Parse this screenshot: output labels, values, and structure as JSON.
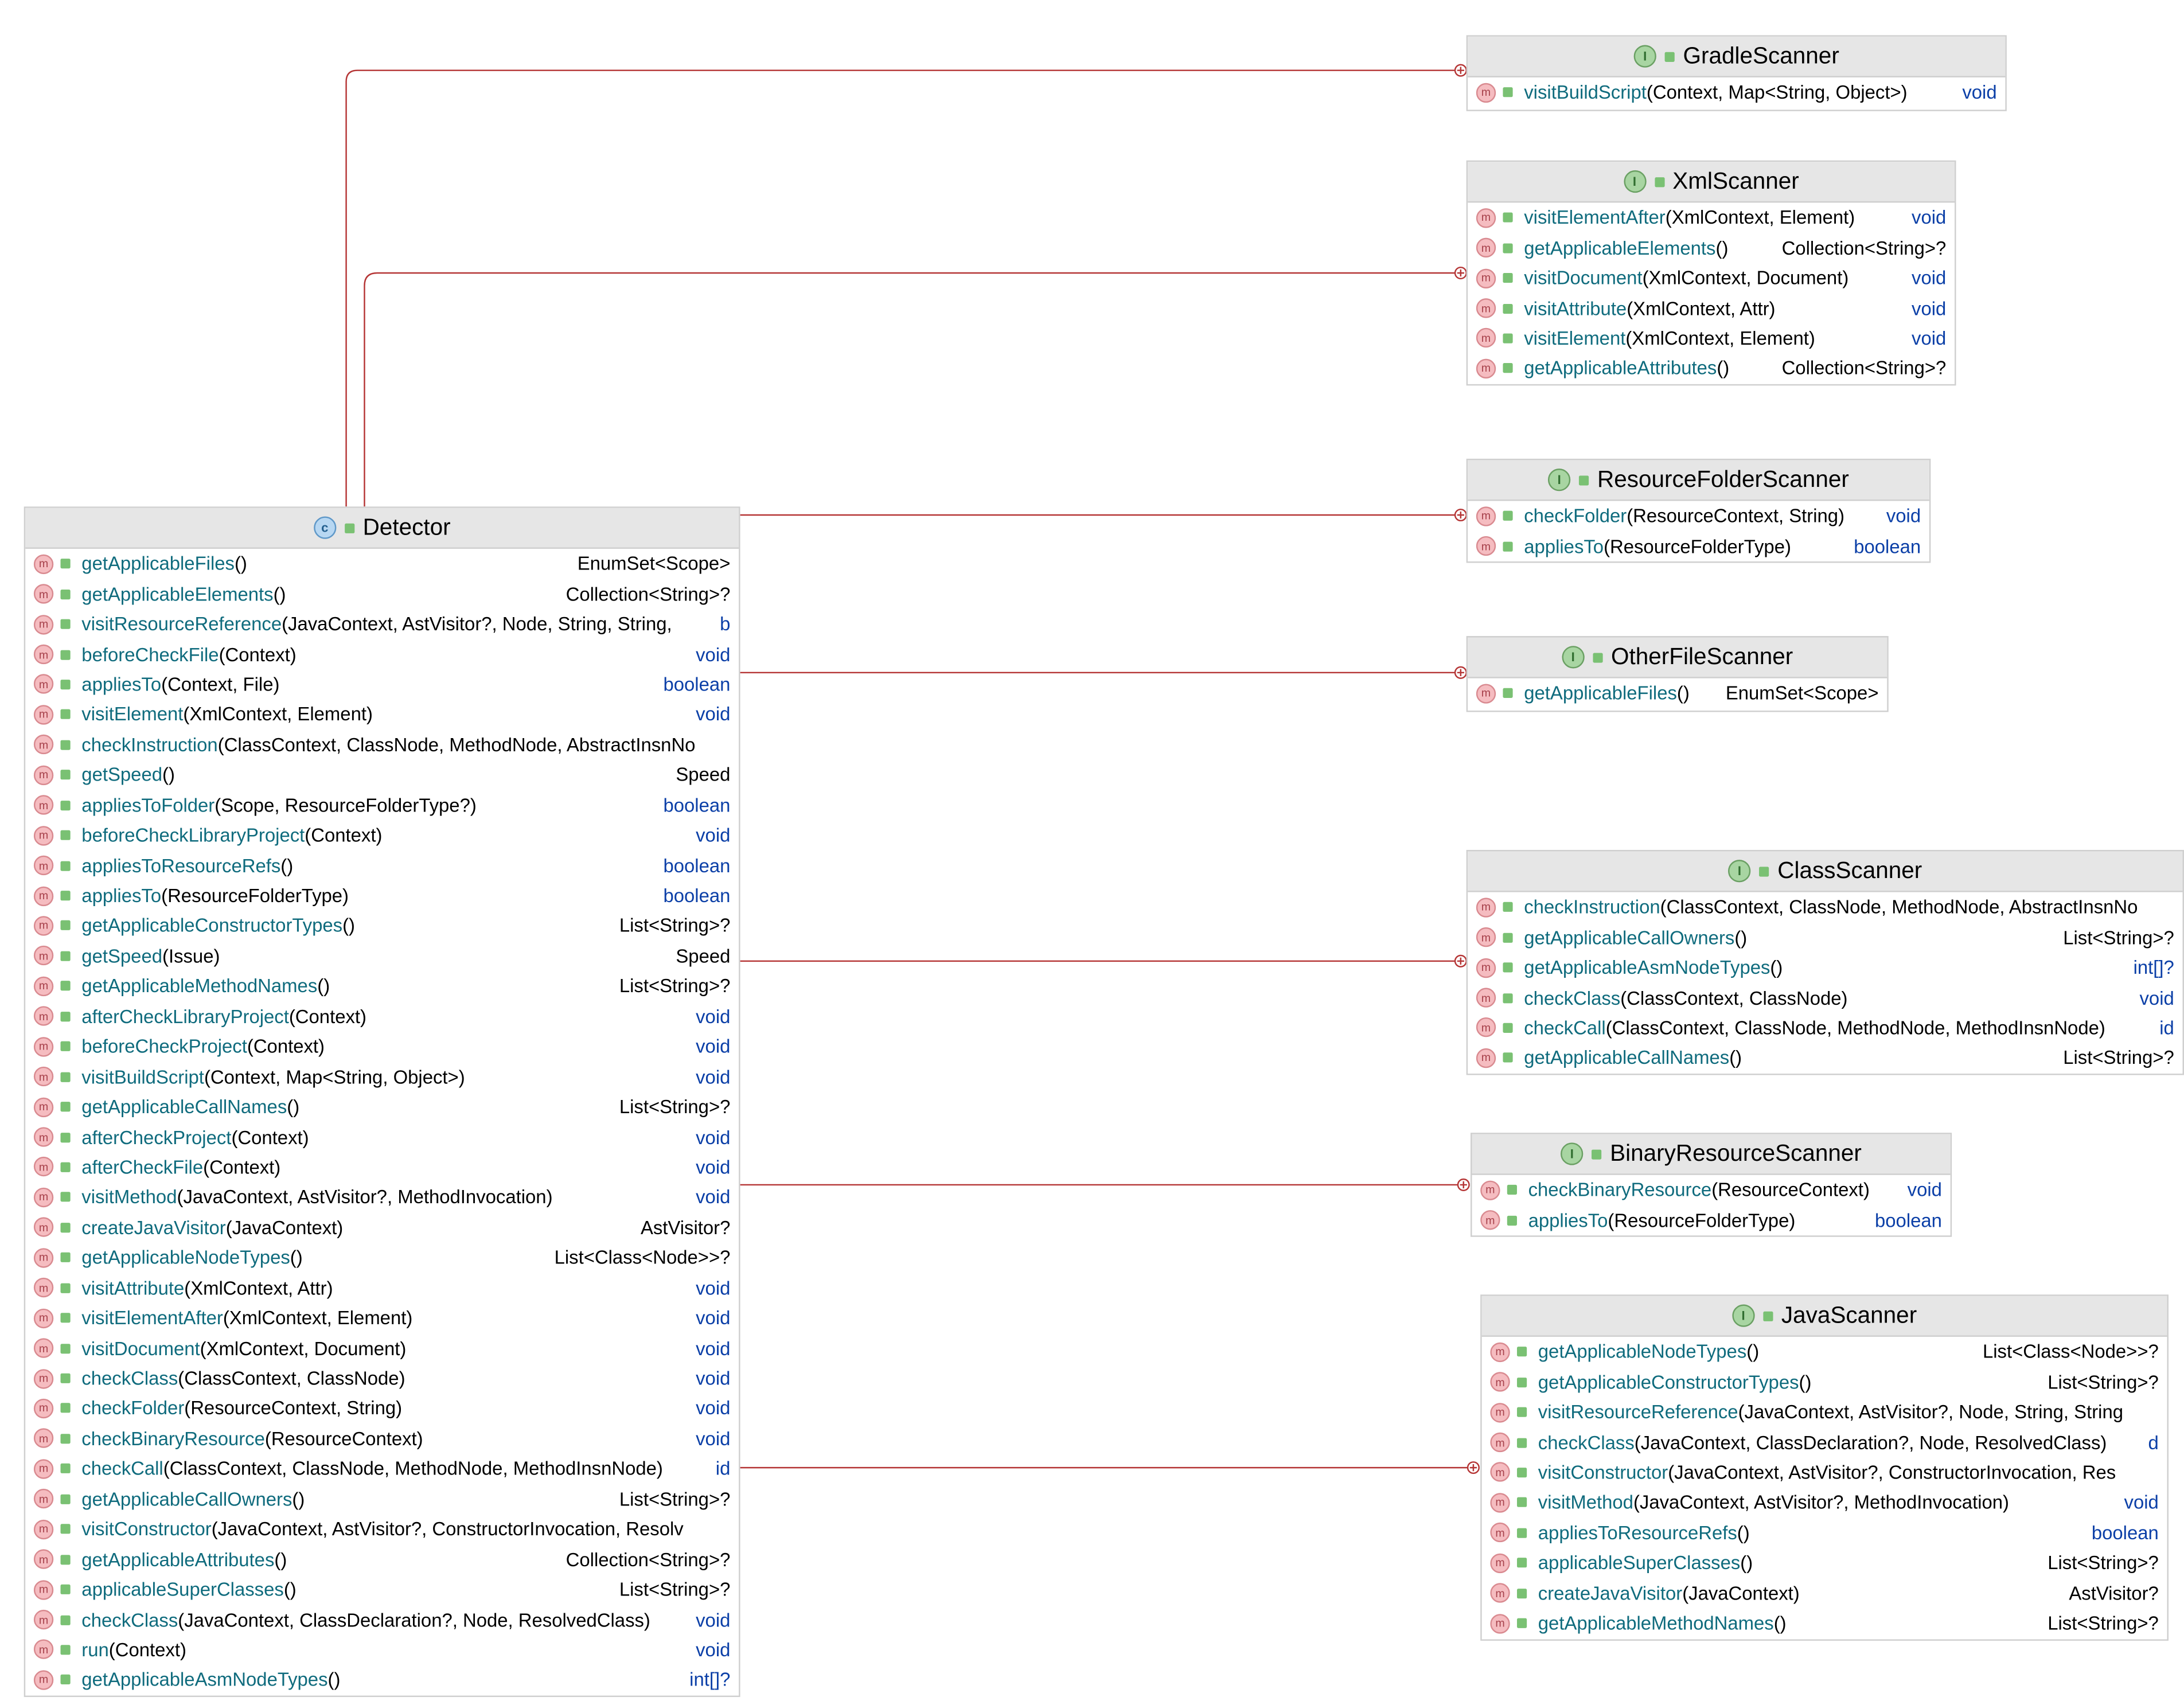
{
  "diagram": {
    "detector": {
      "name": "Detector",
      "icon": "class-icon",
      "methods": [
        {
          "name": "getApplicableFiles",
          "params": "()",
          "ret": "EnumSet<Scope>",
          "kw": false
        },
        {
          "name": "getApplicableElements",
          "params": "()",
          "ret": "Collection<String>?",
          "kw": false
        },
        {
          "name": "visitResourceReference",
          "params": "(JavaContext, AstVisitor?, Node, String, String,",
          "ret": "b",
          "kw": true
        },
        {
          "name": "beforeCheckFile",
          "params": "(Context)",
          "ret": "void",
          "kw": true
        },
        {
          "name": "appliesTo",
          "params": "(Context, File)",
          "ret": "boolean",
          "kw": true
        },
        {
          "name": "visitElement",
          "params": "(XmlContext, Element)",
          "ret": "void",
          "kw": true
        },
        {
          "name": "checkInstruction",
          "params": "(ClassContext, ClassNode, MethodNode, AbstractInsnNo",
          "ret": "",
          "kw": false
        },
        {
          "name": "getSpeed",
          "params": "()",
          "ret": "Speed",
          "kw": false
        },
        {
          "name": "appliesToFolder",
          "params": "(Scope, ResourceFolderType?)",
          "ret": "boolean",
          "kw": true
        },
        {
          "name": "beforeCheckLibraryProject",
          "params": "(Context)",
          "ret": "void",
          "kw": true
        },
        {
          "name": "appliesToResourceRefs",
          "params": "()",
          "ret": "boolean",
          "kw": true
        },
        {
          "name": "appliesTo",
          "params": "(ResourceFolderType)",
          "ret": "boolean",
          "kw": true
        },
        {
          "name": "getApplicableConstructorTypes",
          "params": "()",
          "ret": "List<String>?",
          "kw": false
        },
        {
          "name": "getSpeed",
          "params": "(Issue)",
          "ret": "Speed",
          "kw": false
        },
        {
          "name": "getApplicableMethodNames",
          "params": "()",
          "ret": "List<String>?",
          "kw": false
        },
        {
          "name": "afterCheckLibraryProject",
          "params": "(Context)",
          "ret": "void",
          "kw": true
        },
        {
          "name": "beforeCheckProject",
          "params": "(Context)",
          "ret": "void",
          "kw": true
        },
        {
          "name": "visitBuildScript",
          "params": "(Context, Map<String, Object>)",
          "ret": "void",
          "kw": true
        },
        {
          "name": "getApplicableCallNames",
          "params": "()",
          "ret": "List<String>?",
          "kw": false
        },
        {
          "name": "afterCheckProject",
          "params": "(Context)",
          "ret": "void",
          "kw": true
        },
        {
          "name": "afterCheckFile",
          "params": "(Context)",
          "ret": "void",
          "kw": true
        },
        {
          "name": "visitMethod",
          "params": "(JavaContext, AstVisitor?, MethodInvocation)",
          "ret": "void",
          "kw": true
        },
        {
          "name": "createJavaVisitor",
          "params": "(JavaContext)",
          "ret": "AstVisitor?",
          "kw": false
        },
        {
          "name": "getApplicableNodeTypes",
          "params": "()",
          "ret": "List<Class<Node>>?",
          "kw": false
        },
        {
          "name": "visitAttribute",
          "params": "(XmlContext, Attr)",
          "ret": "void",
          "kw": true
        },
        {
          "name": "visitElementAfter",
          "params": "(XmlContext, Element)",
          "ret": "void",
          "kw": true
        },
        {
          "name": "visitDocument",
          "params": "(XmlContext, Document)",
          "ret": "void",
          "kw": true
        },
        {
          "name": "checkClass",
          "params": "(ClassContext, ClassNode)",
          "ret": "void",
          "kw": true
        },
        {
          "name": "checkFolder",
          "params": "(ResourceContext, String)",
          "ret": "void",
          "kw": true
        },
        {
          "name": "checkBinaryResource",
          "params": "(ResourceContext)",
          "ret": "void",
          "kw": true
        },
        {
          "name": "checkCall",
          "params": "(ClassContext, ClassNode, MethodNode, MethodInsnNode)",
          "ret": "id",
          "kw": true
        },
        {
          "name": "getApplicableCallOwners",
          "params": "()",
          "ret": "List<String>?",
          "kw": false
        },
        {
          "name": "visitConstructor",
          "params": "(JavaContext, AstVisitor?, ConstructorInvocation, Resolv",
          "ret": "",
          "kw": false
        },
        {
          "name": "getApplicableAttributes",
          "params": "()",
          "ret": "Collection<String>?",
          "kw": false
        },
        {
          "name": "applicableSuperClasses",
          "params": "()",
          "ret": "List<String>?",
          "kw": false
        },
        {
          "name": "checkClass",
          "params": "(JavaContext, ClassDeclaration?, Node, ResolvedClass)",
          "ret": "void",
          "kw": true
        },
        {
          "name": "run",
          "params": "(Context)",
          "ret": "void",
          "kw": true
        },
        {
          "name": "getApplicableAsmNodeTypes",
          "params": "()",
          "ret": "int[]?",
          "kw": true
        }
      ]
    },
    "gradle": {
      "name": "GradleScanner",
      "icon": "interface-icon",
      "methods": [
        {
          "name": "visitBuildScript",
          "params": "(Context, Map<String, Object>)",
          "ret": "void",
          "kw": true
        }
      ]
    },
    "xml": {
      "name": "XmlScanner",
      "icon": "interface-icon",
      "methods": [
        {
          "name": "visitElementAfter",
          "params": "(XmlContext, Element)",
          "ret": "void",
          "kw": true
        },
        {
          "name": "getApplicableElements",
          "params": "()",
          "ret": "Collection<String>?",
          "kw": false
        },
        {
          "name": "visitDocument",
          "params": "(XmlContext, Document)",
          "ret": "void",
          "kw": true
        },
        {
          "name": "visitAttribute",
          "params": "(XmlContext, Attr)",
          "ret": "void",
          "kw": true
        },
        {
          "name": "visitElement",
          "params": "(XmlContext, Element)",
          "ret": "void",
          "kw": true
        },
        {
          "name": "getApplicableAttributes",
          "params": "()",
          "ret": "Collection<String>?",
          "kw": false
        }
      ]
    },
    "resfolder": {
      "name": "ResourceFolderScanner",
      "icon": "interface-icon",
      "methods": [
        {
          "name": "checkFolder",
          "params": "(ResourceContext, String)",
          "ret": "void",
          "kw": true
        },
        {
          "name": "appliesTo",
          "params": "(ResourceFolderType)",
          "ret": "boolean",
          "kw": true
        }
      ]
    },
    "otherfile": {
      "name": "OtherFileScanner",
      "icon": "interface-icon",
      "methods": [
        {
          "name": "getApplicableFiles",
          "params": "()",
          "ret": "EnumSet<Scope>",
          "kw": false
        }
      ]
    },
    "classscanner": {
      "name": "ClassScanner",
      "icon": "interface-icon",
      "methods": [
        {
          "name": "checkInstruction",
          "params": "(ClassContext, ClassNode, MethodNode, AbstractInsnNo",
          "ret": "",
          "kw": false
        },
        {
          "name": "getApplicableCallOwners",
          "params": "()",
          "ret": "List<String>?",
          "kw": false
        },
        {
          "name": "getApplicableAsmNodeTypes",
          "params": "()",
          "ret": "int[]?",
          "kw": true
        },
        {
          "name": "checkClass",
          "params": "(ClassContext, ClassNode)",
          "ret": "void",
          "kw": true
        },
        {
          "name": "checkCall",
          "params": "(ClassContext, ClassNode, MethodNode, MethodInsnNode)",
          "ret": "id",
          "kw": true
        },
        {
          "name": "getApplicableCallNames",
          "params": "()",
          "ret": "List<String>?",
          "kw": false
        }
      ]
    },
    "binary": {
      "name": "BinaryResourceScanner",
      "icon": "interface-icon",
      "methods": [
        {
          "name": "checkBinaryResource",
          "params": "(ResourceContext)",
          "ret": "void",
          "kw": true
        },
        {
          "name": "appliesTo",
          "params": "(ResourceFolderType)",
          "ret": "boolean",
          "kw": true
        }
      ]
    },
    "java": {
      "name": "JavaScanner",
      "icon": "interface-icon",
      "methods": [
        {
          "name": "getApplicableNodeTypes",
          "params": "()",
          "ret": "List<Class<Node>>?",
          "kw": false
        },
        {
          "name": "getApplicableConstructorTypes",
          "params": "()",
          "ret": "List<String>?",
          "kw": false
        },
        {
          "name": "visitResourceReference",
          "params": "(JavaContext, AstVisitor?, Node, String, String",
          "ret": "",
          "kw": false
        },
        {
          "name": "checkClass",
          "params": "(JavaContext, ClassDeclaration?, Node, ResolvedClass)",
          "ret": "d",
          "kw": true
        },
        {
          "name": "visitConstructor",
          "params": "(JavaContext, AstVisitor?, ConstructorInvocation, Res",
          "ret": "",
          "kw": false
        },
        {
          "name": "visitMethod",
          "params": "(JavaContext, AstVisitor?, MethodInvocation)",
          "ret": "void",
          "kw": true
        },
        {
          "name": "appliesToResourceRefs",
          "params": "()",
          "ret": "boolean",
          "kw": true
        },
        {
          "name": "applicableSuperClasses",
          "params": "()",
          "ret": "List<String>?",
          "kw": false
        },
        {
          "name": "createJavaVisitor",
          "params": "(JavaContext)",
          "ret": "AstVisitor?",
          "kw": false
        },
        {
          "name": "getApplicableMethodNames",
          "params": "()",
          "ret": "List<String>?",
          "kw": false
        }
      ]
    }
  },
  "colors": {
    "link": "#b53535",
    "method_name": "#0f6b7d",
    "keyword": "#0b3fa7",
    "header_bg": "#e6e6e6"
  }
}
